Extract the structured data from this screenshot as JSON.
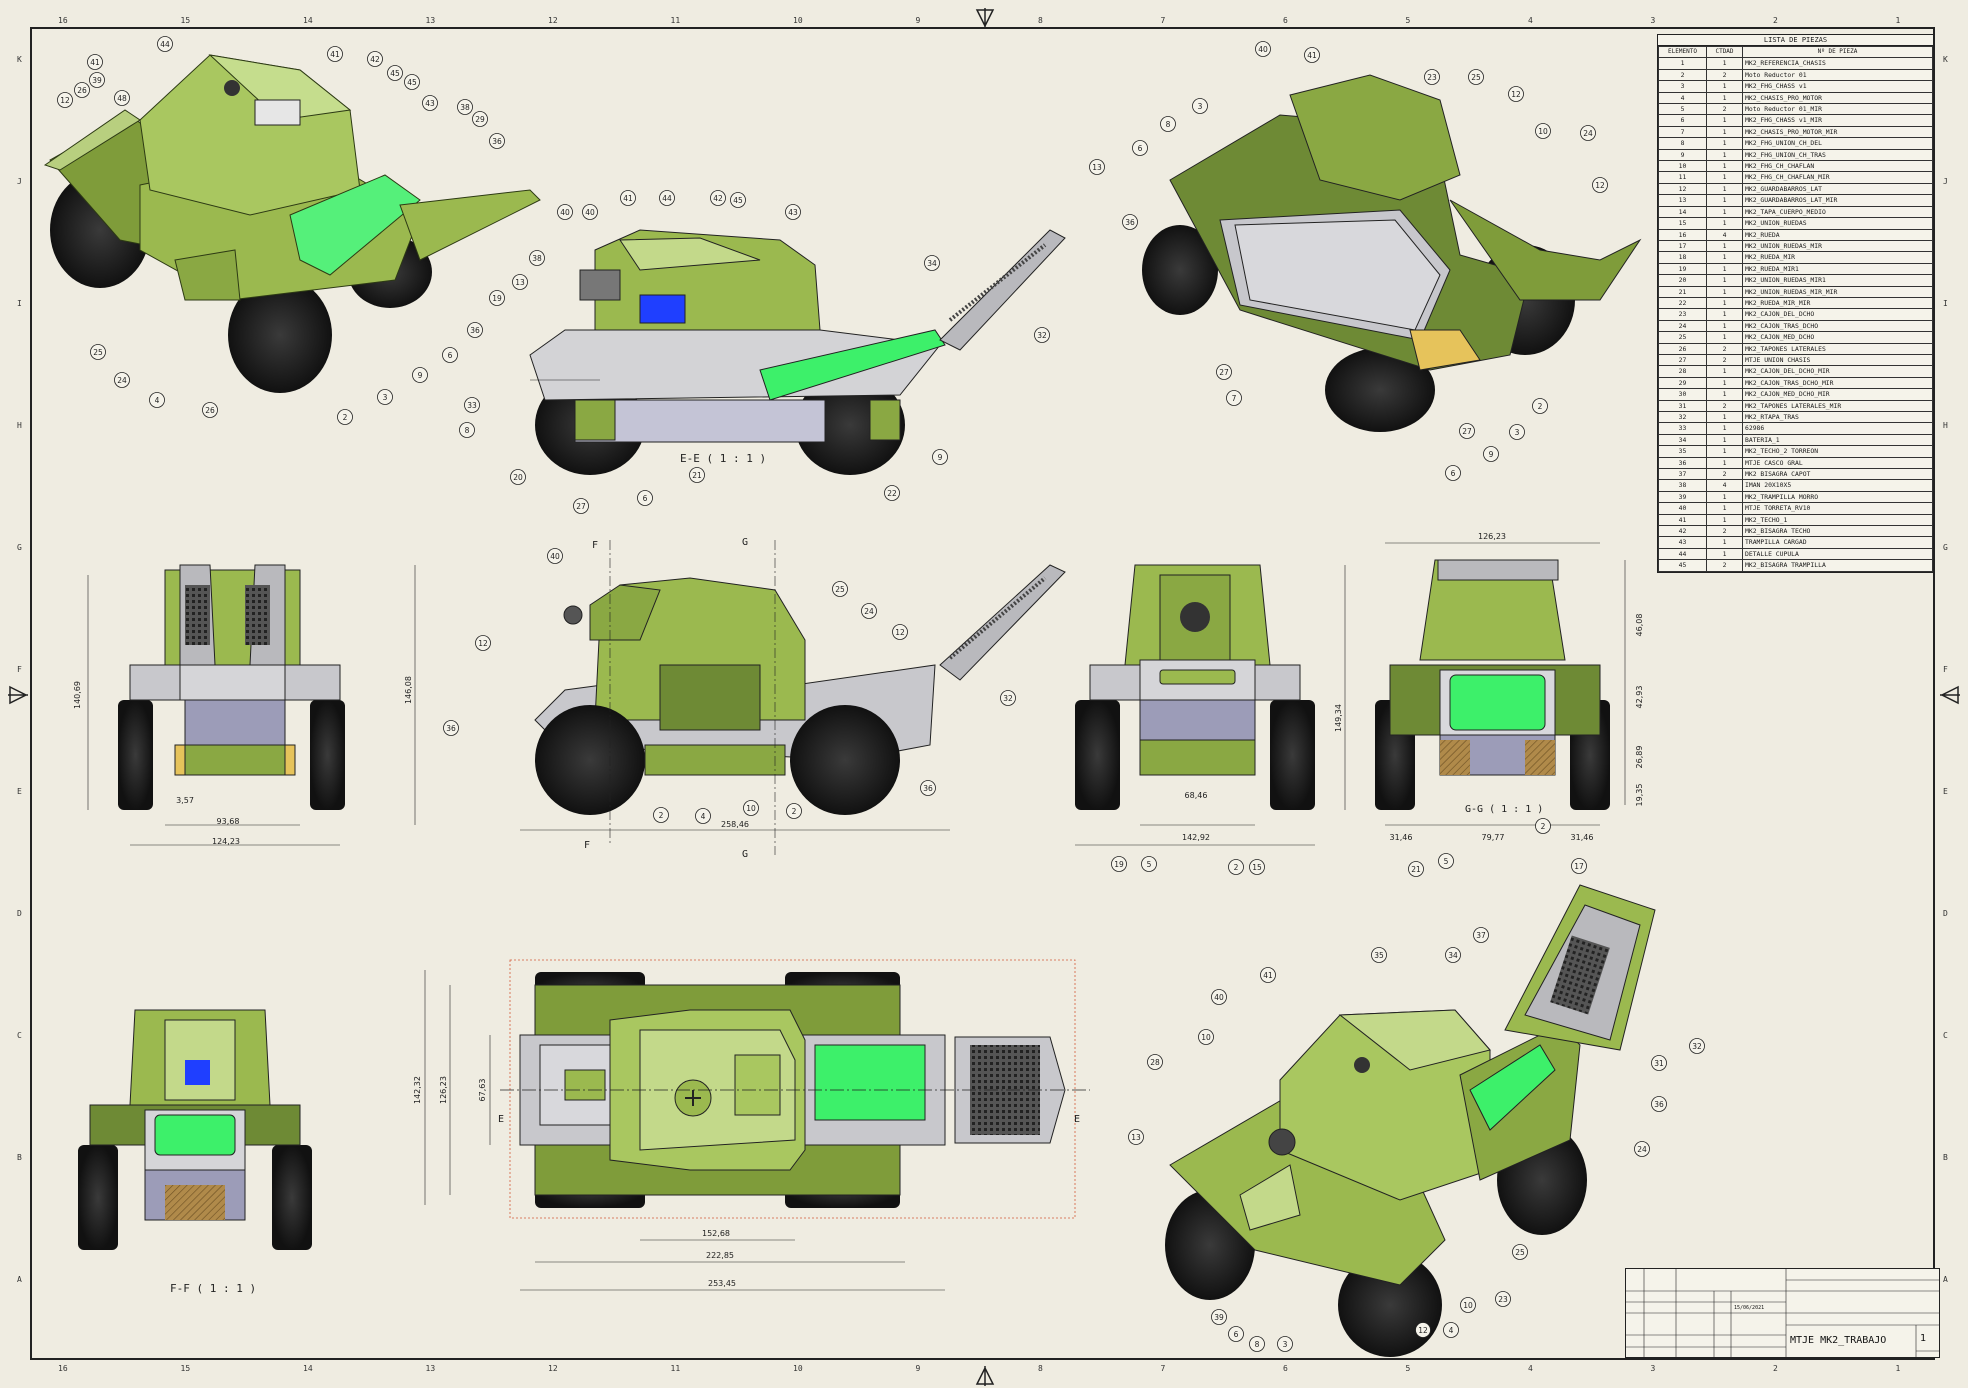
{
  "views": {
    "section_ee": "E-E ( 1 : 1 )",
    "section_ff": "F-F ( 1 : 1 )",
    "section_gg": "G-G ( 1 : 1 )",
    "cut_marks": [
      "F",
      "F",
      "G",
      "G",
      "E",
      "E"
    ]
  },
  "dimensions": {
    "front_left": [
      "140,69",
      "3,57",
      "93,68",
      "124,23"
    ],
    "side_mid": [
      "146,08",
      "258,46"
    ],
    "rear": [
      "149,34",
      "68,46",
      "142,92"
    ],
    "section_right": [
      "126,23",
      "46,08",
      "42,93",
      "26,89",
      "19,35",
      "31,46",
      "79,77",
      "31,46"
    ],
    "top_view": [
      "142,32",
      "126,23",
      "67,63",
      "152,68",
      "222,85",
      "253,45"
    ]
  },
  "balloons": {
    "iso_top_left": [
      "44",
      "41",
      "39",
      "26",
      "12",
      "48",
      "41",
      "42",
      "45",
      "45",
      "43",
      "38",
      "29",
      "36",
      "25",
      "24",
      "4",
      "26",
      "2",
      "3",
      "9",
      "6"
    ],
    "side_section": [
      "40",
      "40",
      "41",
      "44",
      "42",
      "45",
      "43",
      "38",
      "13",
      "19",
      "36",
      "33",
      "8",
      "20",
      "27",
      "6",
      "21",
      "22",
      "9",
      "32",
      "34"
    ],
    "iso_top_right": [
      "40",
      "41",
      "23",
      "25",
      "12",
      "3",
      "8",
      "6",
      "13",
      "36",
      "10",
      "24",
      "12",
      "27",
      "7",
      "27",
      "9",
      "3",
      "2",
      "6"
    ],
    "side_view": [
      "40",
      "F",
      "G",
      "25",
      "24",
      "12",
      "12",
      "36",
      "2",
      "4",
      "10",
      "2",
      "32",
      "36"
    ],
    "rear_view": [
      "19",
      "5",
      "2",
      "15"
    ],
    "gg_view": [
      "21",
      "5",
      "2",
      "17"
    ],
    "iso_bottom_right": [
      "41",
      "35",
      "34",
      "37",
      "40",
      "10",
      "28",
      "13",
      "32",
      "31",
      "36",
      "24",
      "25",
      "23",
      "10",
      "4",
      "12",
      "39",
      "6",
      "8",
      "3"
    ]
  },
  "parts_list": {
    "title": "LISTA DE PIEZAS",
    "headers": [
      "ELEMENTO",
      "CTDAD",
      "Nº DE PIEZA"
    ],
    "rows": [
      [
        "1",
        "1",
        "MK2_REFERENCIA_CHASIS"
      ],
      [
        "2",
        "2",
        "Moto Reductor 01"
      ],
      [
        "3",
        "1",
        "MK2_FHG_CHASS v1"
      ],
      [
        "4",
        "1",
        "MK2_CHASIS_PRO_MOTOR"
      ],
      [
        "5",
        "2",
        "Moto Reductor 01_MIR"
      ],
      [
        "6",
        "1",
        "MK2_FHG_CHASS v1_MIR"
      ],
      [
        "7",
        "1",
        "MK2_CHASIS_PRO_MOTOR_MIR"
      ],
      [
        "8",
        "1",
        "MK2_FHG_UNION_CH_DEL"
      ],
      [
        "9",
        "1",
        "MK2_FHG_UNION_CH_TRAS"
      ],
      [
        "10",
        "1",
        "MK2_FHG_CH_CHAFLAN"
      ],
      [
        "11",
        "1",
        "MK2_FHG_CH_CHAFLAN_MIR"
      ],
      [
        "12",
        "1",
        "MK2_GUARDABARROS_LAT"
      ],
      [
        "13",
        "1",
        "MK2_GUARDABARROS_LAT_MIR"
      ],
      [
        "14",
        "1",
        "MK2_TAPA_CUERPO_MEDIO"
      ],
      [
        "15",
        "1",
        "MK2_UNION_RUEDAS"
      ],
      [
        "16",
        "4",
        "MK2_RUEDA"
      ],
      [
        "17",
        "1",
        "MK2_UNION_RUEDAS_MIR"
      ],
      [
        "18",
        "1",
        "MK2_RUEDA_MIR"
      ],
      [
        "19",
        "1",
        "MK2_RUEDA_MIR1"
      ],
      [
        "20",
        "1",
        "MK2_UNION_RUEDAS_MIR1"
      ],
      [
        "21",
        "1",
        "MK2_UNION_RUEDAS_MIR_MIR"
      ],
      [
        "22",
        "1",
        "MK2_RUEDA_MIR_MIR"
      ],
      [
        "23",
        "1",
        "MK2_CAJON_DEL_DCHO"
      ],
      [
        "24",
        "1",
        "MK2_CAJON_TRAS_DCHO"
      ],
      [
        "25",
        "1",
        "MK2_CAJON_MED_DCHO"
      ],
      [
        "26",
        "2",
        "MK2_TAPONES LATERALES"
      ],
      [
        "27",
        "2",
        "MTJE UNION CHASIS"
      ],
      [
        "28",
        "1",
        "MK2_CAJON_DEL_DCHO_MIR"
      ],
      [
        "29",
        "1",
        "MK2_CAJON_TRAS_DCHO_MIR"
      ],
      [
        "30",
        "1",
        "MK2_CAJON_MED_DCHO_MIR"
      ],
      [
        "31",
        "2",
        "MK2_TAPONES LATERALES_MIR"
      ],
      [
        "32",
        "1",
        "MK2_RTAPA_TRAS"
      ],
      [
        "33",
        "1",
        "62986"
      ],
      [
        "34",
        "1",
        "BATERIA_1"
      ],
      [
        "35",
        "1",
        "MK2_TECHO_2 TORREON"
      ],
      [
        "36",
        "1",
        "MTJE CASCO GRAL"
      ],
      [
        "37",
        "2",
        "MK2 BISAGRA CAPOT"
      ],
      [
        "38",
        "4",
        "IMAN 20X10X5"
      ],
      [
        "39",
        "1",
        "MK2_TRAMPILLA MORRO"
      ],
      [
        "40",
        "1",
        "MTJE TORRETA_RV10"
      ],
      [
        "41",
        "1",
        "MK2_TECHO_1"
      ],
      [
        "42",
        "2",
        "MK2_BISAGRA TECHO"
      ],
      [
        "43",
        "1",
        "TRAMPILLA CARGAD"
      ],
      [
        "44",
        "1",
        "DETALLE CUPULA"
      ],
      [
        "45",
        "2",
        "MK2_BISAGRA TRAMPILLA"
      ]
    ]
  },
  "title_block": {
    "title": "MTJE MK2_TRABAJO",
    "sheet": "1",
    "date": "15/06/2021"
  },
  "zones": {
    "columns": [
      "16",
      "15",
      "14",
      "13",
      "12",
      "11",
      "10",
      "9",
      "8",
      "7",
      "6",
      "5",
      "4",
      "3",
      "2",
      "1"
    ],
    "rows": [
      "K",
      "J",
      "I",
      "H",
      "G",
      "F",
      "E",
      "D",
      "C",
      "B",
      "A"
    ]
  },
  "colors": {
    "paper": "#efece1",
    "body_green": "#9bb94f",
    "light_green": "#c3d98a",
    "dark_green": "#6e8a35",
    "bright_green": "#3df06a",
    "grey_plate": "#b9b9bd",
    "tyre": "#1b1b1b"
  }
}
